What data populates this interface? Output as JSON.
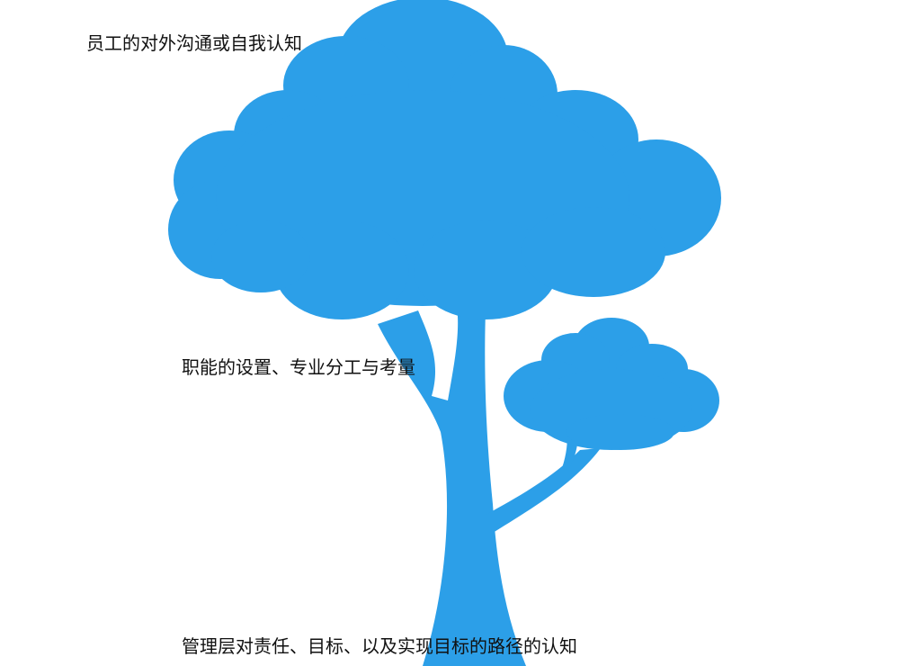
{
  "colors": {
    "tree": "#2c9fe8",
    "text": "#111111",
    "background": "#ffffff"
  },
  "labels": {
    "top": "员工的对外沟通或自我认知",
    "middle": "职能的设置、专业分工与考量",
    "bottom": "管理层对责任、目标、以及实现目标的路径的认知"
  },
  "icons": {
    "tree": "tree-icon"
  }
}
